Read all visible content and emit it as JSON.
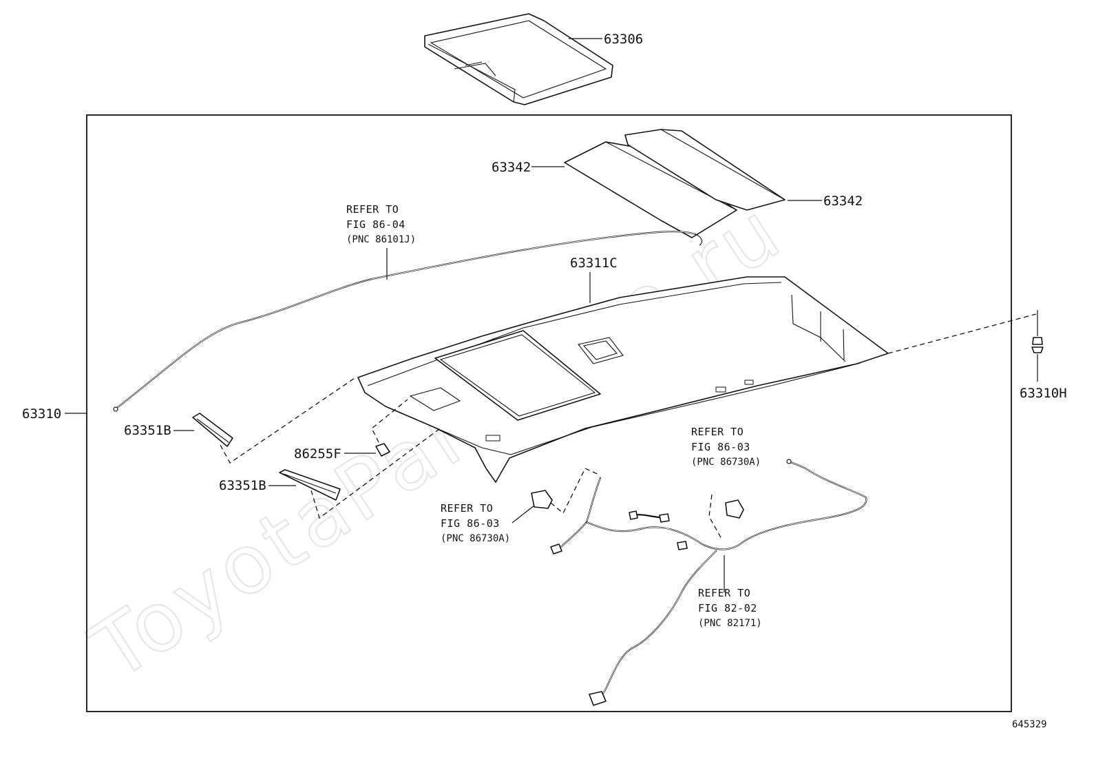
{
  "watermark": "ToyotaPartMine.ru",
  "figure_number": "645329",
  "parts": {
    "sunshade": "63306",
    "headlining_assembly": "63310",
    "headlining": "63311C",
    "clip": "63310H",
    "pad_left": "63342",
    "pad_right": "63342",
    "sunvisor_holder_upper": "63351B",
    "sunvisor_holder_lower": "63351B",
    "lamp_bracket": "86255F"
  },
  "references": {
    "antenna_cord": {
      "line1": "REFER TO",
      "line2": "FIG 86-04",
      "line3": "(PNC 86101J)"
    },
    "microphone_left": {
      "line1": "REFER TO",
      "line2": "FIG 86-03",
      "line3": "(PNC 86730A)"
    },
    "microphone_right": {
      "line1": "REFER TO",
      "line2": "FIG 86-03",
      "line3": "(PNC 86730A)"
    },
    "roof_wire": {
      "line1": "REFER TO",
      "line2": "FIG 82-02",
      "line3": "(PNC 82171)"
    }
  }
}
